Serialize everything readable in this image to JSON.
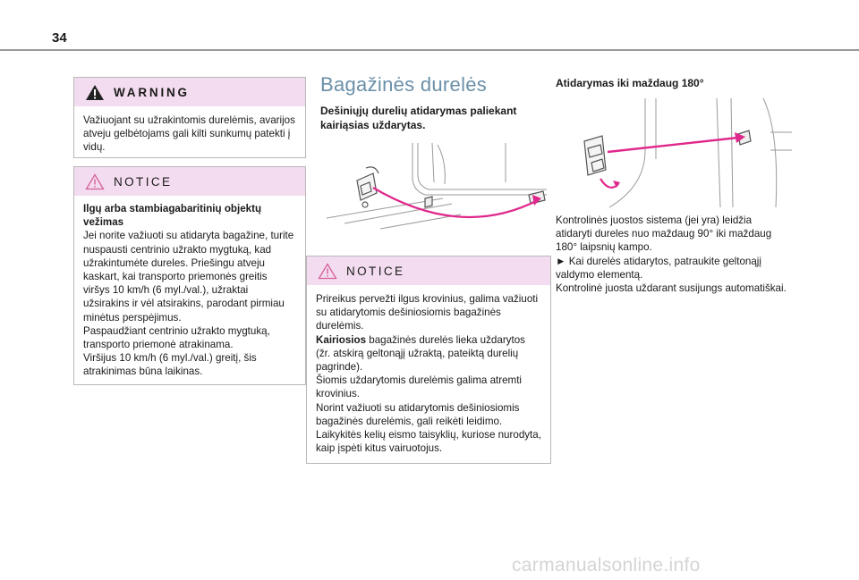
{
  "page_number": "34",
  "warning": {
    "title": "WARNING",
    "text": "Važiuojant su užrakintomis durelėmis, avarijos atveju gelbėtojams gali kilti sunkumų patekti į vidų."
  },
  "notice_left": {
    "title": "NOTICE",
    "heading": "Ilgų arba stambiagabaritinių objektų vežimas",
    "p1": "Jei norite važiuoti su atidaryta bagažine, turite nuspausti centrinio užrakto mygtuką, kad užrakintumėte dureles. Priešingu atveju kaskart, kai transporto priemonės greitis viršys 10 km/h (6 myl./val.), užraktai užsirakins ir vėl atsirakins, parodant pirmiau minėtus perspėjimus.",
    "p2": "Paspaudžiant centrinio užrakto mygtuką, transporto priemonė atrakinama.",
    "p3": "Viršijus 10 km/h (6 myl./val.) greitį, šis atrakinimas būna laikinas."
  },
  "section": {
    "title": "Bagažinės durelės",
    "subheading": "Dešiniųjų durelių atidarymas paliekant kairiąsias uždarytas."
  },
  "notice_middle": {
    "title": "NOTICE",
    "p1": "Prireikus pervežti ilgus krovinius, galima važiuoti su atidarytomis dešiniosiomis bagažinės durelėmis.",
    "p2_bold": "Kairiosios",
    "p2_rest": " bagažinės durelės lieka uždarytos (žr. atskirą geltonąjį užraktą, pateiktą durelių pagrinde).",
    "p3": "Šiomis uždarytomis durelėmis galima atremti krovinius.",
    "p4": "Norint važiuoti su atidarytomis dešiniosiomis bagažinės durelėmis, gali reikėti leidimo.",
    "p5": "Laikykitės kelių eismo taisyklių, kuriose nurodyta, kaip įspėti kitus vairuotojus."
  },
  "right": {
    "heading": "Atidarymas iki maždaug 180°",
    "p1": "Kontrolinės juostos sistema (jei yra) leidžia atidaryti dureles nuo maždaug 90° iki maždaug 180° laipsnių kampo.",
    "p2": "► Kai durelės atidarytos, patraukite geltonąjį valdymo elementą.",
    "p3": "Kontrolinė juosta uždarant susijungs automatiškai."
  },
  "watermark": "carmanualsonline.info",
  "colors": {
    "notice_header_bg": "#f3dcef",
    "warning_icon": "#222222",
    "notice_icon": "#d4609b",
    "arrow": "#e0288c",
    "heading_blue": "#6a8fa8"
  },
  "icons": {
    "warning": "warning-triangle-icon",
    "notice": "notice-triangle-icon"
  }
}
